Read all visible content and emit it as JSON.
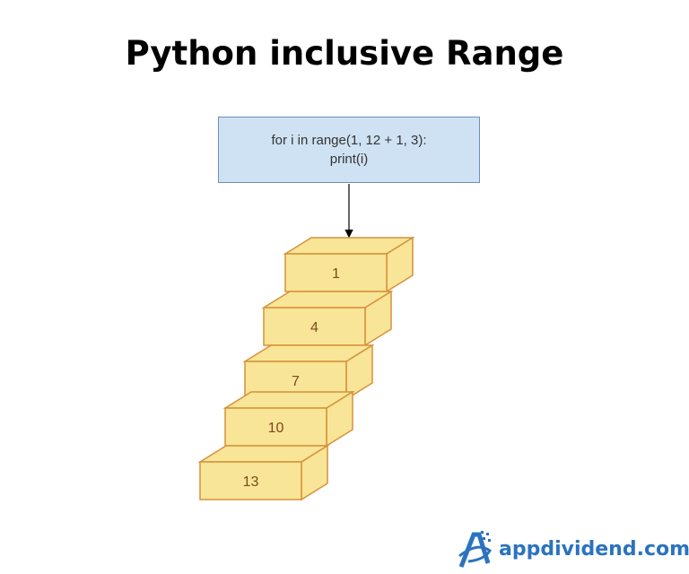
{
  "title": "Python inclusive Range",
  "code": {
    "line1": "for i in range(1, 12 + 1, 3):",
    "line2": "print(i)"
  },
  "steps": [
    "1",
    "4",
    "7",
    "10",
    "13"
  ],
  "colors": {
    "code_fill": "#cfe2f3",
    "code_border": "#6c8ebf",
    "box_fill": "#f9e597",
    "box_border": "#d6913a",
    "box_text": "#7a4a1e",
    "brand": "#2b73c0"
  },
  "logo": {
    "text": "appdividend.com"
  }
}
